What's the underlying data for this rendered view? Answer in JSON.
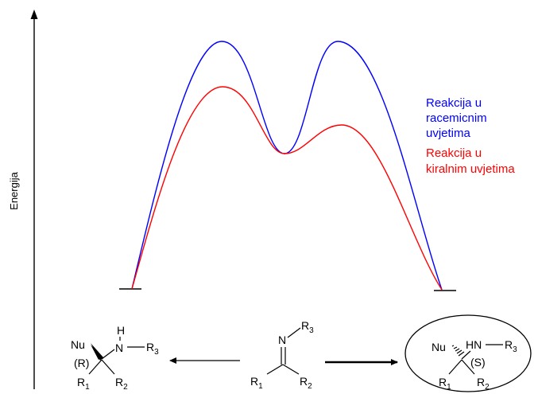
{
  "axis": {
    "ylabel": "Energija"
  },
  "legend": {
    "racemic": {
      "lines": [
        "Reakcija u",
        "racemicnim",
        "uvjetima"
      ],
      "color": "#0000ff"
    },
    "chiral": {
      "lines": [
        "Reakcija u",
        "kiralnim uvjetima"
      ],
      "color": "#ff0000"
    }
  },
  "profile": {
    "racemic": {
      "color": "#0000ff",
      "start": 0,
      "ts1": 95,
      "intermediate": 51,
      "ts2": 95,
      "end": 0
    },
    "chiral": {
      "color": "#ff0000",
      "start": 0,
      "ts1": 78,
      "intermediate": 51,
      "ts2": 63,
      "end": 0
    }
  },
  "molecules": {
    "left": {
      "nu": "Nu",
      "h": "H",
      "n": "N",
      "r3": "R",
      "r3_sub": "3",
      "config": "(R)",
      "r1": "R",
      "r1_sub": "1",
      "r2": "R",
      "r2_sub": "2"
    },
    "center": {
      "n": "N",
      "r3": "R",
      "r3_sub": "3",
      "r1": "R",
      "r1_sub": "1",
      "r2": "R",
      "r2_sub": "2"
    },
    "right": {
      "nu": "Nu",
      "hn": "HN",
      "r3": "R",
      "r3_sub": "3",
      "config": "(S)",
      "r1": "R",
      "r1_sub": "1",
      "r2": "R",
      "r2_sub": "2"
    }
  }
}
